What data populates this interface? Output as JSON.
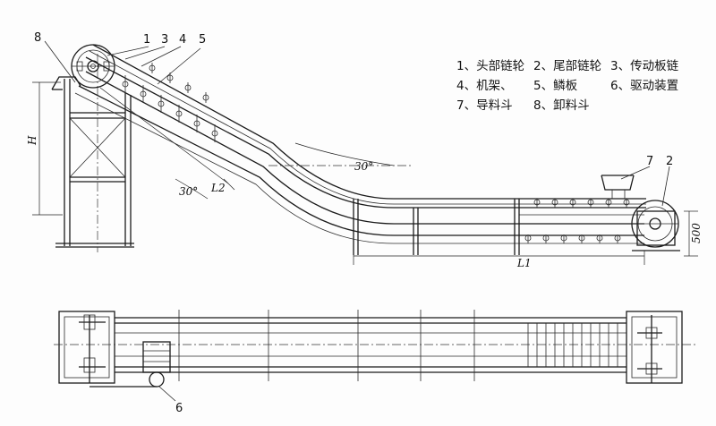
{
  "callouts": {
    "c1": "1",
    "c2": "2",
    "c3": "3",
    "c4": "4",
    "c5": "5",
    "c6": "6",
    "c7": "7",
    "c8": "8"
  },
  "dimensions": {
    "height": "H",
    "upper_length": "L2",
    "lower_length": "L1",
    "angle_upper": "30°",
    "angle_lower": "30°",
    "tail_height": "500"
  },
  "legend": [
    "1、头部链轮",
    "2、尾部链轮",
    "3、传动板链",
    "4、机架、",
    "5、鳞板",
    "6、驱动装置",
    "7、导料斗",
    "8、卸料斗"
  ]
}
